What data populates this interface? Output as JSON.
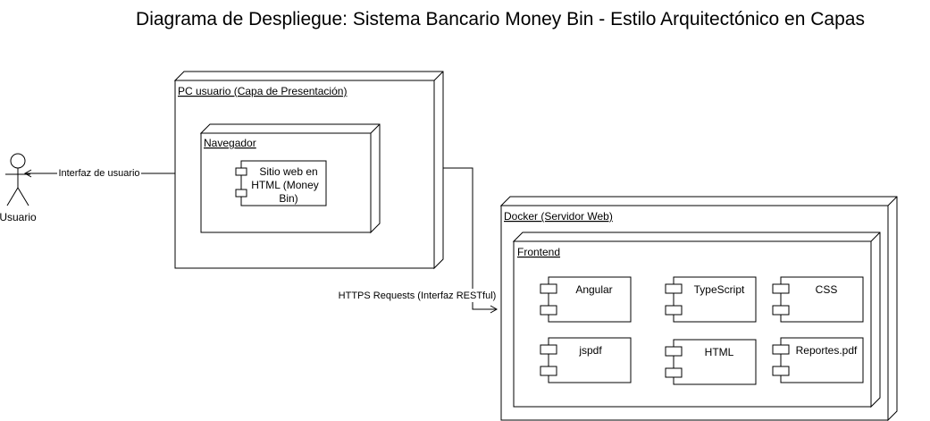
{
  "title": "Diagrama de Despliegue: Sistema Bancario Money Bin - Estilo Arquitectónico en Capas",
  "actor": {
    "label": "Usuario"
  },
  "edges": {
    "user_interface": "Interfaz de usuario",
    "https": "HTTPS Requests (Interfaz RESTful)"
  },
  "nodes": {
    "pc": {
      "label": "PC usuario (Capa de Presentación)"
    },
    "browser": {
      "label": "Navegador"
    },
    "docker": {
      "label": "Docker (Servidor Web)"
    },
    "frontend": {
      "label": "Frontend"
    }
  },
  "components": {
    "website": {
      "lines": [
        "Sitio web en",
        "HTML (Money",
        "Bin)"
      ]
    },
    "angular": {
      "label": "Angular"
    },
    "typescript": {
      "label": "TypeScript"
    },
    "css": {
      "label": "CSS"
    },
    "jspdf": {
      "label": "jspdf"
    },
    "html": {
      "label": "HTML"
    },
    "reportes": {
      "label": "Reportes.pdf"
    }
  }
}
